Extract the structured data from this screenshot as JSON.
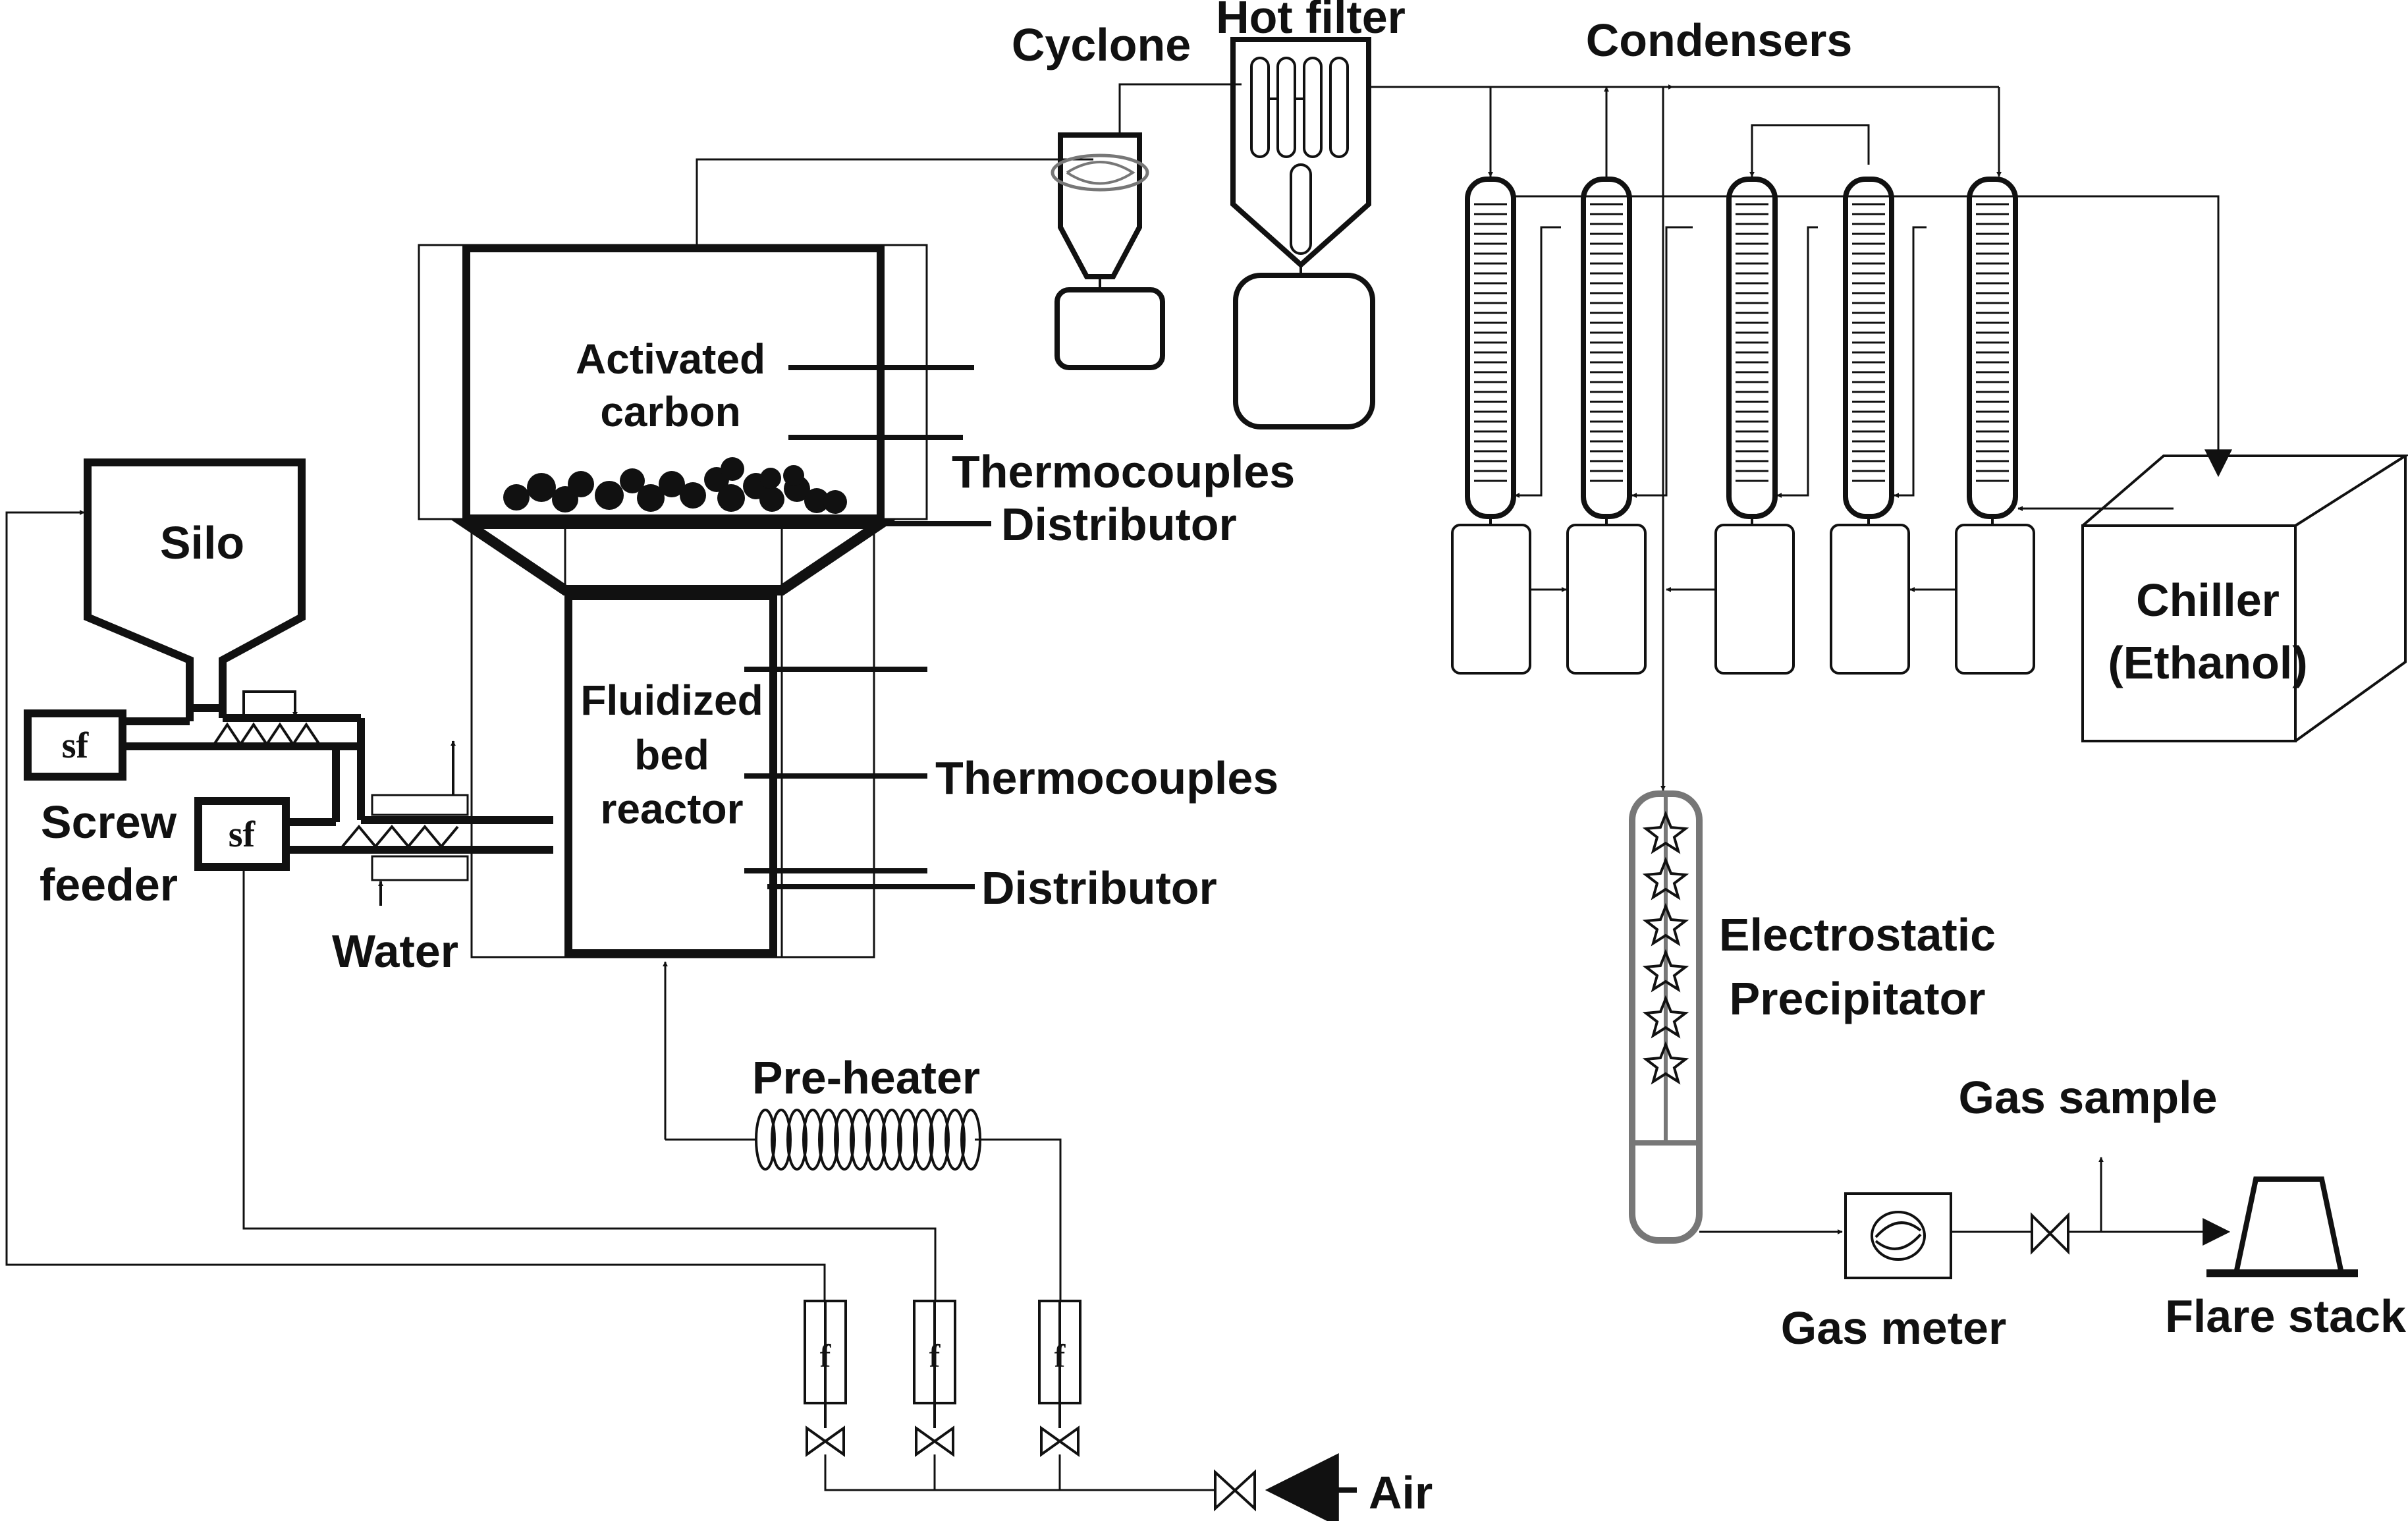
{
  "labels": {
    "cyclone": "Cyclone",
    "hot_filter": "Hot filter",
    "condensers": "Condensers",
    "activated_carbon_1": "Activated",
    "activated_carbon_2": "carbon",
    "thermocouples_top": "Thermocouples",
    "distributor_top": "Distributor",
    "silo": "Silo",
    "sf_top": "sf",
    "sf_bottom": "sf",
    "screw_feeder_1": "Screw",
    "screw_feeder_2": "feeder",
    "water": "Water",
    "fluidized_1": "Fluidized",
    "fluidized_2": "bed",
    "fluidized_3": "reactor",
    "thermocouples_mid": "Thermocouples",
    "distributor_bottom": "Distributor",
    "chiller_1": "Chiller",
    "chiller_2": "(Ethanol)",
    "esp_1": "Electrostatic",
    "esp_2": "Precipitator",
    "gas_sample": "Gas sample",
    "gas_meter": "Gas meter",
    "flare_stack": "Flare stack",
    "pre_heater": "Pre-heater",
    "flowmeter_1": "f",
    "flowmeter_2": "f",
    "flowmeter_3": "f",
    "air": "Air"
  },
  "colors": {
    "line": "#111111",
    "precipitator": "#777777",
    "background": "#ffffff"
  }
}
